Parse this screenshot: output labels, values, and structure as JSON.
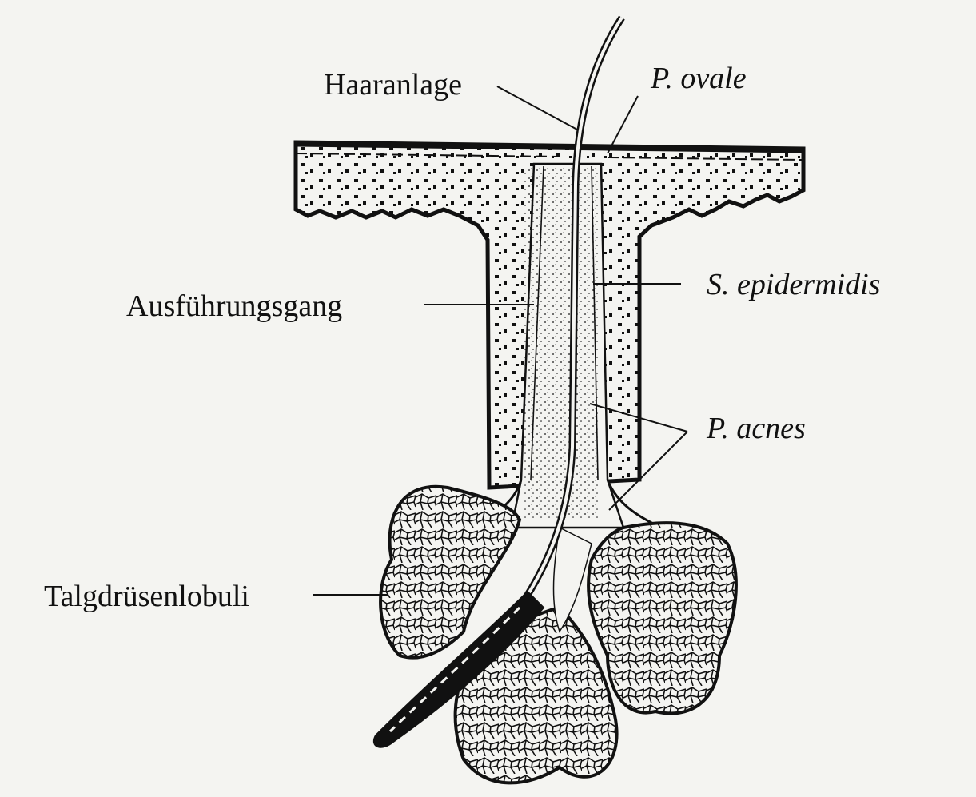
{
  "labels": {
    "hair": "Haaranlage",
    "p_ovale": "P. ovale",
    "duct": "Ausführungsgang",
    "s_epidermidis": "S. epidermidis",
    "p_acnes": "P. acnes",
    "lobuli": "Talgdrüsenlobuli"
  },
  "colors": {
    "ink": "#111111",
    "paper": "#f4f4f1"
  }
}
